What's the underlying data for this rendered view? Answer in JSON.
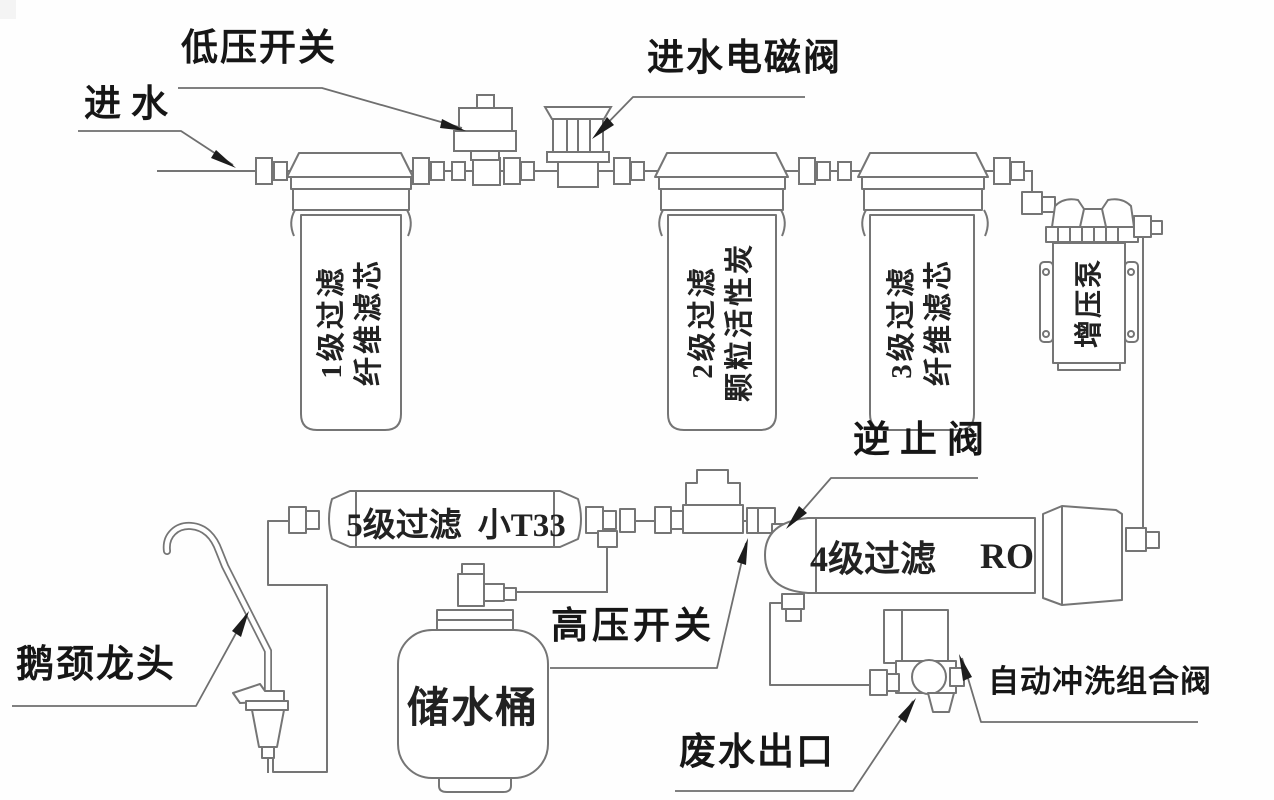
{
  "diagram": {
    "labels": {
      "inlet": "进水",
      "low_pressure_switch": "低压开关",
      "inlet_solenoid_valve": "进水电磁阀",
      "check_valve": "逆止阀",
      "high_pressure_switch": "高压开关",
      "gooseneck_faucet": "鹅颈龙头",
      "waste_outlet": "废水出口",
      "auto_flush_valve": "自动冲洗组合阀",
      "storage_tank": "储水桶",
      "booster_pump": "增压泵"
    },
    "filters": {
      "stage1_line1": "1级过滤",
      "stage1_line2": "纤维滤芯",
      "stage2_line1": "2级过滤",
      "stage2_line2": "颗粒活性炭",
      "stage3_line1": "3级过滤",
      "stage3_line2": "纤维滤芯",
      "stage4": "4级过滤",
      "stage4_type": "RO",
      "stage5": "5级过滤",
      "stage5_type": "小T33"
    },
    "colors": {
      "line": "#757575",
      "text": "#1a1a1a",
      "arrow": "#1c1c1c",
      "background": "#ffffff"
    }
  }
}
